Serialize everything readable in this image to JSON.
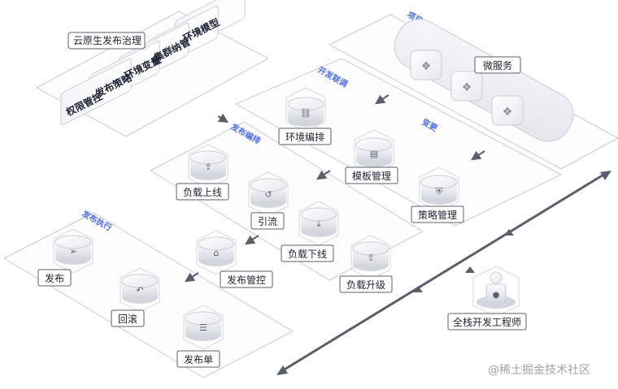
{
  "planes": {
    "project": "项目",
    "dev_debug": "开发联调",
    "change": "变更",
    "release_orchestration": "发布编排",
    "release_execution": "发布执行"
  },
  "governance": {
    "title": "云原生发布治理",
    "cards": [
      "权限管控",
      "发布策略",
      "环境变量",
      "集群纳管",
      "环境模型"
    ]
  },
  "nodes": {
    "microservice": "微服务",
    "env_orchestration": "环境编排",
    "template_mgmt": "模板管理",
    "strategy_mgmt": "策略管理",
    "load_online": "负载上线",
    "traffic": "引流",
    "load_offline": "负载下线",
    "load_upgrade": "负载升级",
    "release_control": "发布管控",
    "release": "发布",
    "rollback": "回滚",
    "release_order": "发布单",
    "fullstack_engineer": "全栈开发工程师"
  },
  "watermark": "@稀土掘金技术社区",
  "colors": {
    "accent": "#4a6cf0",
    "line": "#5a5f6b",
    "plane": "#c9ccd6"
  }
}
